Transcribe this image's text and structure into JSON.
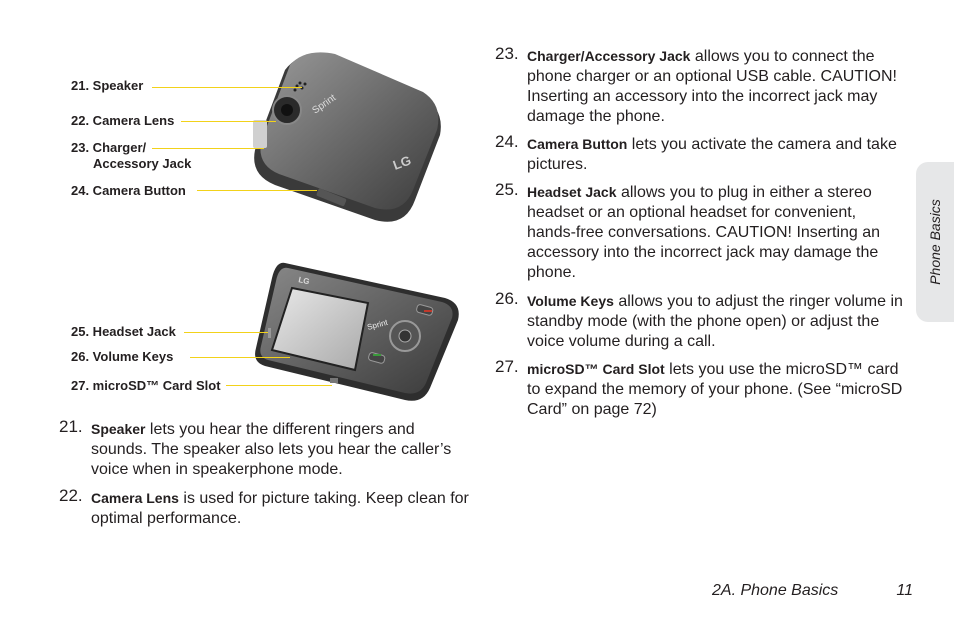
{
  "callouts": {
    "c21": "21. Speaker",
    "c22": "22. Camera Lens",
    "c23a": "23. Charger/",
    "c23b": "Accessory Jack",
    "c24": "24. Camera Button",
    "c25": "25. Headset Jack",
    "c26": "26. Volume Keys",
    "c27": "27. microSD™ Card Slot"
  },
  "phone": {
    "brand": "LG",
    "carrier": "Sprint"
  },
  "items": [
    {
      "num": "21.",
      "term": "Speaker",
      "text": " lets you hear the different ringers and sounds. The speaker also lets you hear the caller’s voice when in speakerphone mode."
    },
    {
      "num": "22.",
      "term": "Camera Lens",
      "text": " is used for picture taking. Keep clean for optimal performance."
    },
    {
      "num": "23.",
      "term": "Charger/Accessory Jack",
      "text": " allows you to connect the phone charger or an optional USB cable. CAUTION! Inserting an accessory into the incorrect jack may damage the phone."
    },
    {
      "num": "24.",
      "term": "Camera Button",
      "text": " lets you activate the camera and take pictures."
    },
    {
      "num": "25.",
      "term": "Headset Jack",
      "text": " allows you to plug in either a stereo headset or an optional headset for convenient, hands-free conversations. CAUTION! Inserting an accessory into the incorrect jack may damage the phone."
    },
    {
      "num": "26.",
      "term": "Volume Keys",
      "text": " allows you to adjust the ringer volume in standby mode (with the phone open) or adjust the voice volume during a call."
    },
    {
      "num": "27.",
      "term": "microSD™ Card Slot",
      "text": " lets you use the microSD™ card to expand the memory of your phone. (See “microSD Card” on page 72)"
    }
  ],
  "side_tab": "Phone Basics",
  "footer": {
    "section": "2A. Phone Basics",
    "page": "11"
  }
}
